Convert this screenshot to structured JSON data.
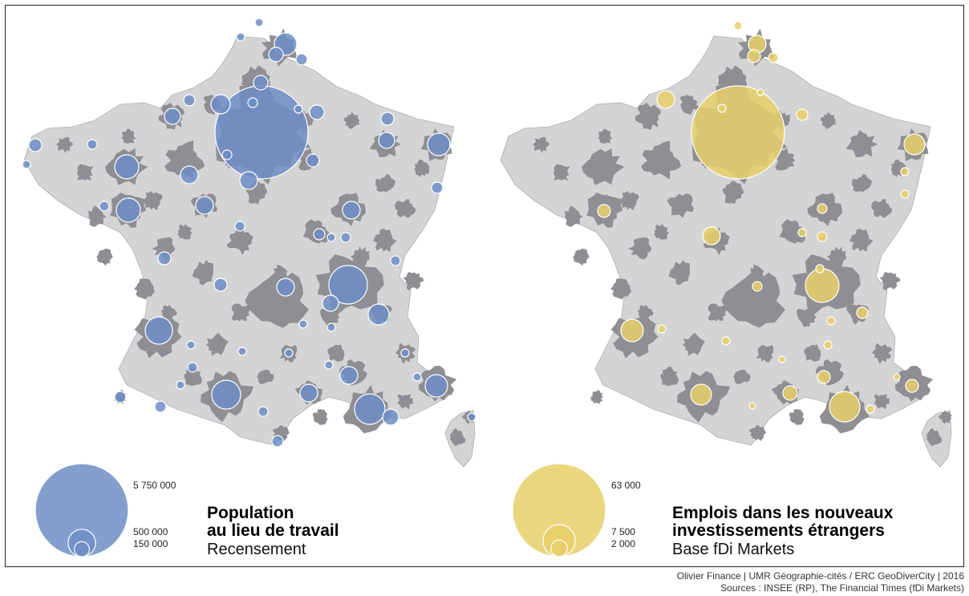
{
  "maps": [
    {
      "id": "population",
      "title_line1": "Population",
      "title_line2": "au lieu de travail",
      "subtitle": "Recensement",
      "circle_color": "#6f8ec6",
      "legend": [
        {
          "label": "5 750 000",
          "value": 5750000
        },
        {
          "label": "500 000",
          "value": 500000
        },
        {
          "label": "150 000",
          "value": 150000
        }
      ]
    },
    {
      "id": "emplois",
      "title_line1": "Emplois dans les nouveaux",
      "title_line2": "investissements étrangers",
      "subtitle": "Base fDi Markets",
      "circle_color": "#e8cf6a",
      "legend": [
        {
          "label": "63 000",
          "value": 63000
        },
        {
          "label": "7 500",
          "value": 7500
        },
        {
          "label": "2 000",
          "value": 2000
        }
      ]
    }
  ],
  "colors": {
    "land": "#d4d4d4",
    "urban_area": "#8e8e94",
    "border": "#222222"
  },
  "credits": {
    "line1": "Olivier Finance | UMR Géographie-cités / ERC GeoDiverCity | 2016",
    "line2": "Sources : INSEE (RP), The Financial Times (fDi Markets)"
  }
}
